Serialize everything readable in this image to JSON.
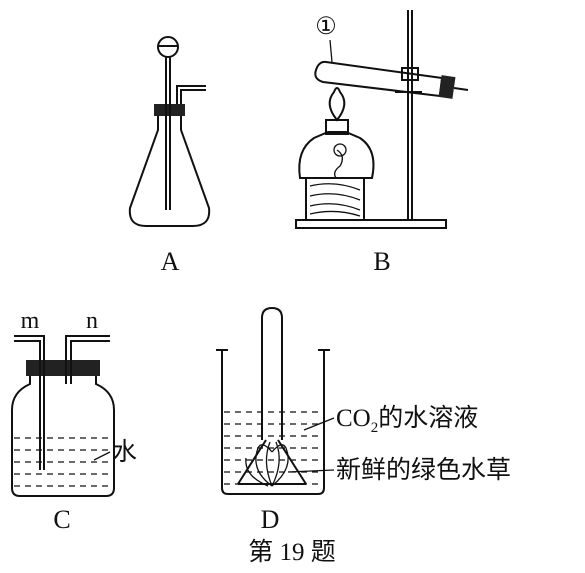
{
  "apparatus": {
    "A": {
      "label": "A"
    },
    "B": {
      "label": "B",
      "marker": "①"
    },
    "C": {
      "label": "C",
      "port_left": "m",
      "port_right": "n",
      "liquid": "水"
    },
    "D": {
      "label": "D",
      "solution_prefix": "CO",
      "solution_sub": "2",
      "solution_suffix": "的水溶液",
      "plant": "新鲜的绿色水草"
    }
  },
  "caption": "第 19 题"
}
